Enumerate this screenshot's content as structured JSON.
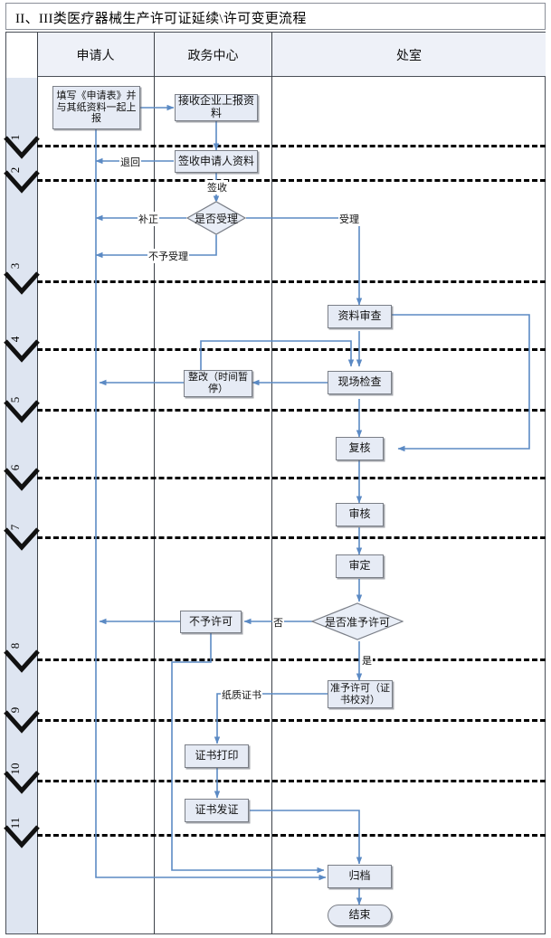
{
  "title": "II、III类医疗器械生产许可证延续\\许可变更流程",
  "columns": [
    {
      "key": "applicant",
      "label": "申请人"
    },
    {
      "key": "service_center",
      "label": "政务中心"
    },
    {
      "key": "office",
      "label": "处室"
    }
  ],
  "step_numbers": [
    "1",
    "2",
    "3",
    "4",
    "5",
    "6",
    "7",
    "8",
    "9",
    "10",
    "11"
  ],
  "nodes": [
    {
      "id": "n1",
      "label": "填写《申请表》并与其纸资料一起上报",
      "shape": "process",
      "lane": "applicant"
    },
    {
      "id": "n2",
      "label": "接收企业上报资料",
      "shape": "process",
      "lane": "service_center"
    },
    {
      "id": "n3",
      "label": "签收申请人资料",
      "shape": "process",
      "lane": "service_center"
    },
    {
      "id": "n4",
      "label": "是否受理",
      "shape": "decision",
      "lane": "service_center"
    },
    {
      "id": "n5",
      "label": "资料审查",
      "shape": "process",
      "lane": "office"
    },
    {
      "id": "n6",
      "label": "整改（时间暂停）",
      "shape": "process",
      "lane": "service_center"
    },
    {
      "id": "n7",
      "label": "现场检查",
      "shape": "process",
      "lane": "office"
    },
    {
      "id": "n8",
      "label": "复核",
      "shape": "process",
      "lane": "office"
    },
    {
      "id": "n9",
      "label": "审核",
      "shape": "process",
      "lane": "office"
    },
    {
      "id": "n10",
      "label": "审定",
      "shape": "process",
      "lane": "office"
    },
    {
      "id": "n11",
      "label": "是否准予许可",
      "shape": "decision",
      "lane": "office"
    },
    {
      "id": "n12",
      "label": "不予许可",
      "shape": "process",
      "lane": "service_center"
    },
    {
      "id": "n13",
      "label": "准予许可（证书校对）",
      "shape": "process",
      "lane": "office"
    },
    {
      "id": "n14",
      "label": "证书打印",
      "shape": "process",
      "lane": "service_center"
    },
    {
      "id": "n15",
      "label": "证书发证",
      "shape": "process",
      "lane": "service_center"
    },
    {
      "id": "n16",
      "label": "归档",
      "shape": "process",
      "lane": "office"
    },
    {
      "id": "n17",
      "label": "结束",
      "shape": "terminator",
      "lane": "office"
    }
  ],
  "edge_labels": [
    {
      "id": "e1",
      "text": "退回"
    },
    {
      "id": "e2",
      "text": "签收"
    },
    {
      "id": "e3",
      "text": "补正"
    },
    {
      "id": "e4",
      "text": "受理"
    },
    {
      "id": "e5",
      "text": "不予受理"
    },
    {
      "id": "e6",
      "text": "否"
    },
    {
      "id": "e7",
      "text": "是"
    },
    {
      "id": "e8",
      "text": "纸质证书"
    }
  ],
  "colors": {
    "node_fill": "#e6ebf5",
    "node_border": "#7b7f87",
    "connector": "#5b8ac4",
    "lane_strip": "#dee5f1",
    "header_fill": "#eef1f8",
    "frame": "#4a4f57"
  }
}
